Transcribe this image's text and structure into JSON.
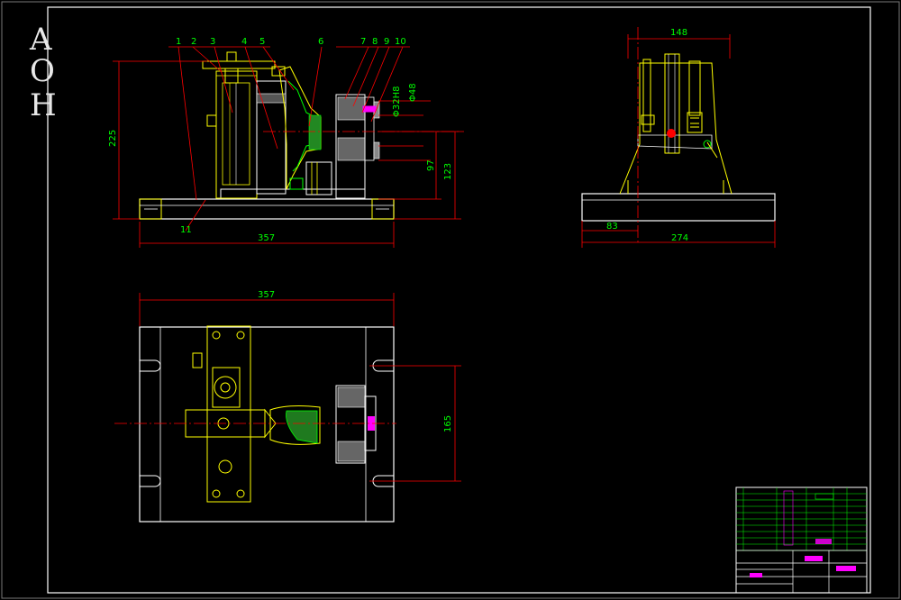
{
  "sheet": {
    "side_marks": [
      "A",
      "O",
      "H"
    ],
    "colors": {
      "background": "#000000",
      "frame": "#ffffff",
      "outline": "#ffffff",
      "part": "#ffff00",
      "dimension": "#ff0000",
      "dimension_text": "#00ff00",
      "section": "#ff00ff",
      "centerline": "#ff0000",
      "hatch": "#aaaaaa"
    }
  },
  "front_view": {
    "part_numbers": [
      "1",
      "2",
      "3",
      "4",
      "5",
      "6",
      "7",
      "8",
      "9",
      "10",
      "11"
    ],
    "dims": {
      "width": "357",
      "height": "225",
      "h123": "123",
      "h97": "97",
      "dia32": "Φ32H8",
      "dia48": "Φ48"
    }
  },
  "side_view": {
    "dims": {
      "top": "148",
      "left": "83",
      "base": "274"
    }
  },
  "top_view": {
    "dims": {
      "width": "357",
      "depth": "165"
    }
  },
  "title_block": {
    "icon": "title-block-table"
  }
}
